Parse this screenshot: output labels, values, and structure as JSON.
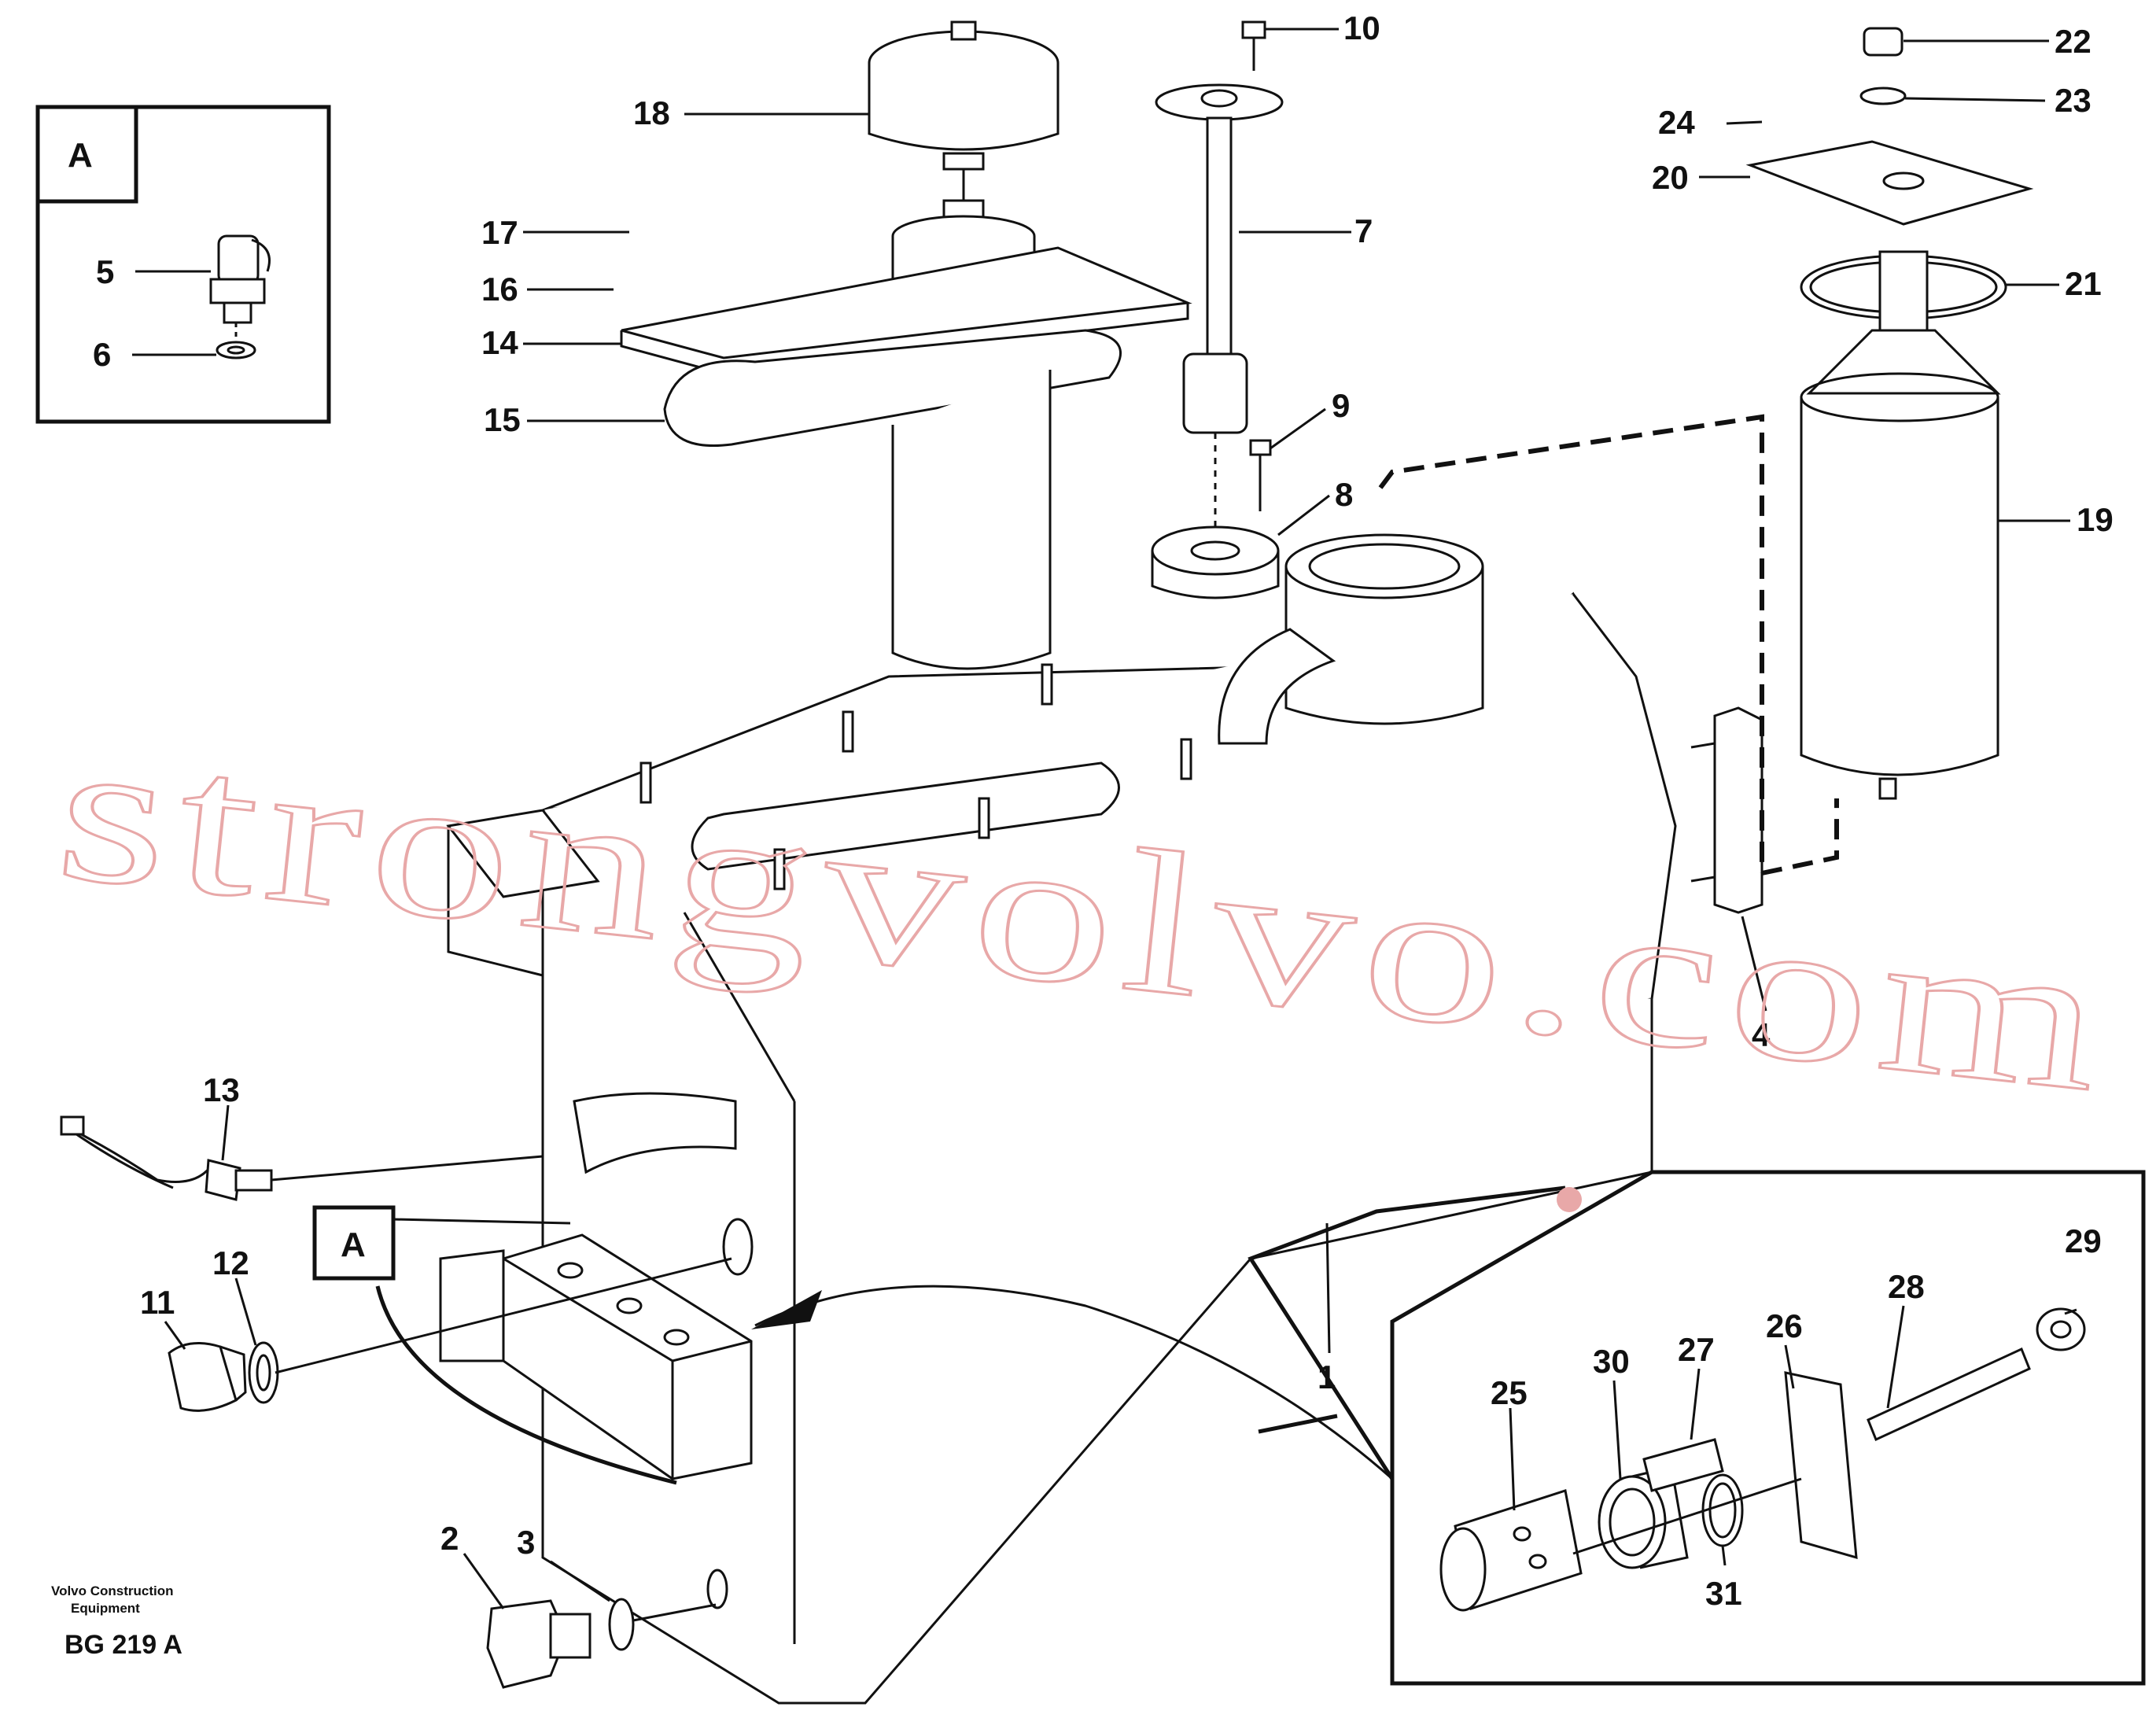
{
  "diagram": {
    "detail_marker": "A",
    "footer": {
      "maker_line1": "Volvo Construction",
      "maker_line2": "Equipment",
      "code": "BG 219 A"
    },
    "watermark": "strongvolvo.com",
    "callouts": [
      "1",
      "2",
      "3",
      "4",
      "5",
      "6",
      "7",
      "8",
      "9",
      "10",
      "11",
      "12",
      "13",
      "14",
      "15",
      "16",
      "17",
      "18",
      "19",
      "20",
      "21",
      "22",
      "23",
      "24",
      "25",
      "26",
      "27",
      "28",
      "29",
      "30",
      "31"
    ]
  }
}
